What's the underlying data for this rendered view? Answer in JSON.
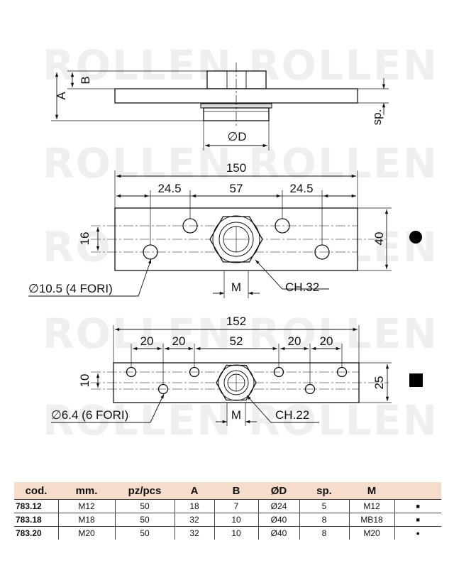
{
  "watermark": "ROLLEN",
  "side_view": {
    "label_A": "A",
    "label_B": "B",
    "label_D": "∅D",
    "label_sp": "sp."
  },
  "plate_40": {
    "overall": "150",
    "left_offset": "24.5",
    "center_span": "57",
    "right_offset": "24.5",
    "row_spacing": "16",
    "height": "40",
    "hole_note": "∅10.5 (4 FORI)",
    "thread": "M",
    "hex": "CH.32",
    "symbol": "circle"
  },
  "plate_25": {
    "overall": "152",
    "d1": "20",
    "d2": "20",
    "center_span": "52",
    "d3": "20",
    "d4": "20",
    "row_spacing": "10",
    "height": "25",
    "hole_note": "∅6.4 (6 FORI)",
    "thread": "M",
    "hex": "CH.22",
    "symbol": "square"
  },
  "table": {
    "headers": [
      "cod.",
      "mm.",
      "pz/pcs",
      "A",
      "B",
      "ØD",
      "sp.",
      "M",
      ""
    ],
    "rows": [
      [
        "783.12",
        "M12",
        "50",
        "18",
        "7",
        "Ø24",
        "5",
        "M12",
        "■"
      ],
      [
        "783.18",
        "M18",
        "50",
        "32",
        "10",
        "Ø40",
        "8",
        "MB18",
        "■"
      ],
      [
        "783.20",
        "M20",
        "50",
        "32",
        "10",
        "Ø40",
        "8",
        "M20",
        "●"
      ]
    ]
  }
}
